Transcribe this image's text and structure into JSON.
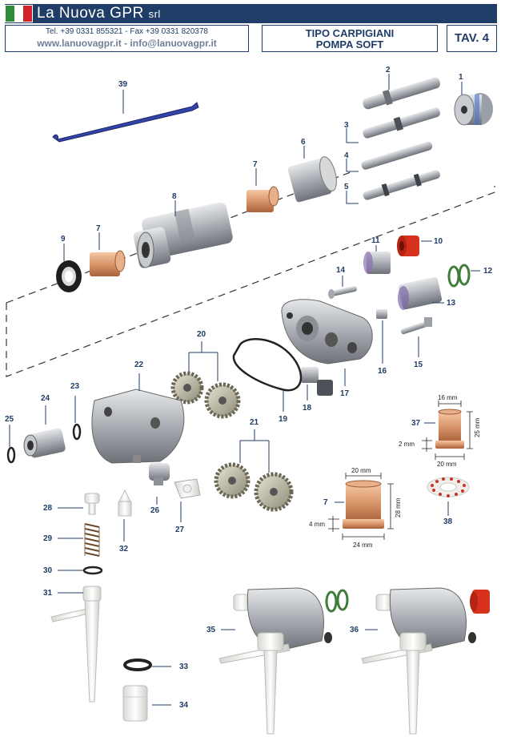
{
  "header": {
    "company_main": "La Nuova GPR",
    "company_suffix": "srl",
    "contact_line": "Tel. +39 0331 855321 - Fax +39 0331 820378",
    "web_line": "www.lanuovagpr.it - info@lanuovagpr.it",
    "title_line1": "TIPO CARPIGIANI",
    "title_line2": "POMPA SOFT",
    "table_label": "TAV. 4",
    "flag_colors": [
      "#2e8b3a",
      "#ffffff",
      "#d2232a"
    ]
  },
  "parts": [
    {
      "id": "p1",
      "label": "1"
    },
    {
      "id": "p2",
      "label": "2"
    },
    {
      "id": "p3",
      "label": "3"
    },
    {
      "id": "p4",
      "label": "4"
    },
    {
      "id": "p5",
      "label": "5"
    },
    {
      "id": "p6",
      "label": "6"
    },
    {
      "id": "p7a",
      "label": "7"
    },
    {
      "id": "p7b",
      "label": "7"
    },
    {
      "id": "p7c",
      "label": "7"
    },
    {
      "id": "p8",
      "label": "8"
    },
    {
      "id": "p9",
      "label": "9"
    },
    {
      "id": "p10",
      "label": "10"
    },
    {
      "id": "p11",
      "label": "11"
    },
    {
      "id": "p12",
      "label": "12"
    },
    {
      "id": "p13",
      "label": "13"
    },
    {
      "id": "p14",
      "label": "14"
    },
    {
      "id": "p15",
      "label": "15"
    },
    {
      "id": "p16",
      "label": "16"
    },
    {
      "id": "p17",
      "label": "17"
    },
    {
      "id": "p18",
      "label": "18"
    },
    {
      "id": "p19",
      "label": "19"
    },
    {
      "id": "p20",
      "label": "20"
    },
    {
      "id": "p21",
      "label": "21"
    },
    {
      "id": "p22",
      "label": "22"
    },
    {
      "id": "p23",
      "label": "23"
    },
    {
      "id": "p24",
      "label": "24"
    },
    {
      "id": "p25",
      "label": "25"
    },
    {
      "id": "p26",
      "label": "26"
    },
    {
      "id": "p27",
      "label": "27"
    },
    {
      "id": "p28",
      "label": "28"
    },
    {
      "id": "p29",
      "label": "29"
    },
    {
      "id": "p30",
      "label": "30"
    },
    {
      "id": "p31",
      "label": "31"
    },
    {
      "id": "p32",
      "label": "32"
    },
    {
      "id": "p33",
      "label": "33"
    },
    {
      "id": "p34",
      "label": "34"
    },
    {
      "id": "p35",
      "label": "35"
    },
    {
      "id": "p36",
      "label": "36"
    },
    {
      "id": "p37",
      "label": "37"
    },
    {
      "id": "p38",
      "label": "38"
    },
    {
      "id": "p39",
      "label": "39"
    }
  ],
  "dimensions": {
    "bush37_top": "16 mm",
    "bush37_height": "25 mm",
    "bush37_flange": "2 mm",
    "bush37_bottom": "20 mm",
    "bush7_top": "20 mm",
    "bush7_height": "28 mm",
    "bush7_flange": "4 mm",
    "bush7_bottom": "24 mm"
  },
  "colors": {
    "navy": "#1f3d66",
    "bronze": "#d9956a",
    "steel": "#b8bcc2",
    "red_seal": "#d8321f",
    "green_seal": "#3f7d3a",
    "plastic": "#f2f2ee",
    "blue_tool": "#3344a8"
  }
}
